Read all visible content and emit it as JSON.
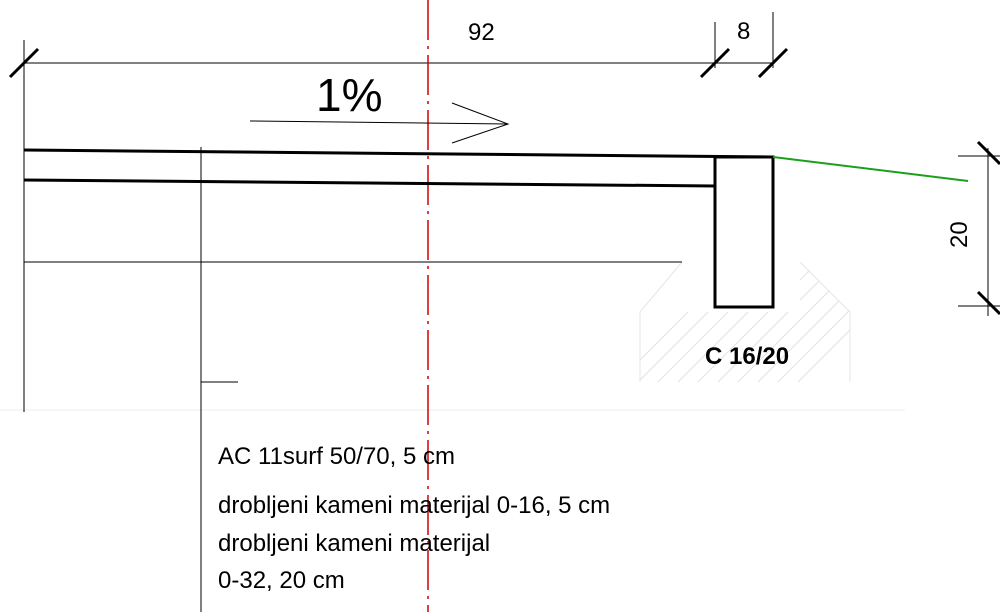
{
  "dimensions": {
    "width_top": "92",
    "curb_width": "8",
    "curb_height": "20"
  },
  "slope": {
    "label": "1%"
  },
  "curb": {
    "concrete_class": "C 16/20"
  },
  "layers": [
    "AC 11surf 50/70, 5 cm",
    "drobljeni kameni materijal 0-16, 5 cm",
    "drobljeni kameni materijal",
    "0-32, 20 cm"
  ],
  "colors": {
    "centerline": "#d40000",
    "terrain": "#1aa01a",
    "lines": "#000000"
  }
}
